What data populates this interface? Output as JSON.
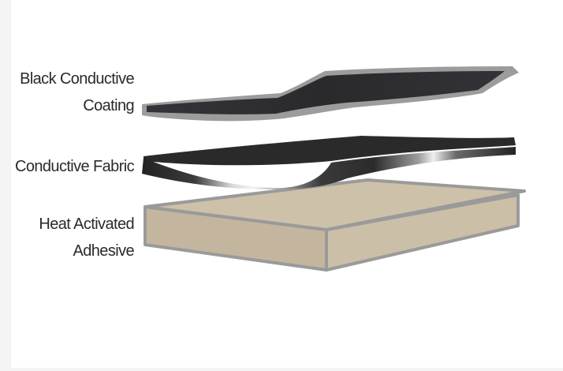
{
  "labels": {
    "coating_line1": "Black Conductive",
    "coating_line2": "Coating",
    "fabric": "Conductive Fabric",
    "adhesive_line1": "Heat Activated",
    "adhesive_line2": "Adhesive"
  },
  "colors": {
    "background": "#ffffff",
    "margin": "#f4f4f4",
    "coating_fill": "#2c2b2e",
    "coating_edge": "#9c9c9c",
    "fabric_dark": "#262626",
    "fabric_highlight": "#f2f2f2",
    "adhesive_fill": "#cbbfa8",
    "adhesive_edge": "#9a9a9a",
    "label_text": "#2a2a2a"
  }
}
